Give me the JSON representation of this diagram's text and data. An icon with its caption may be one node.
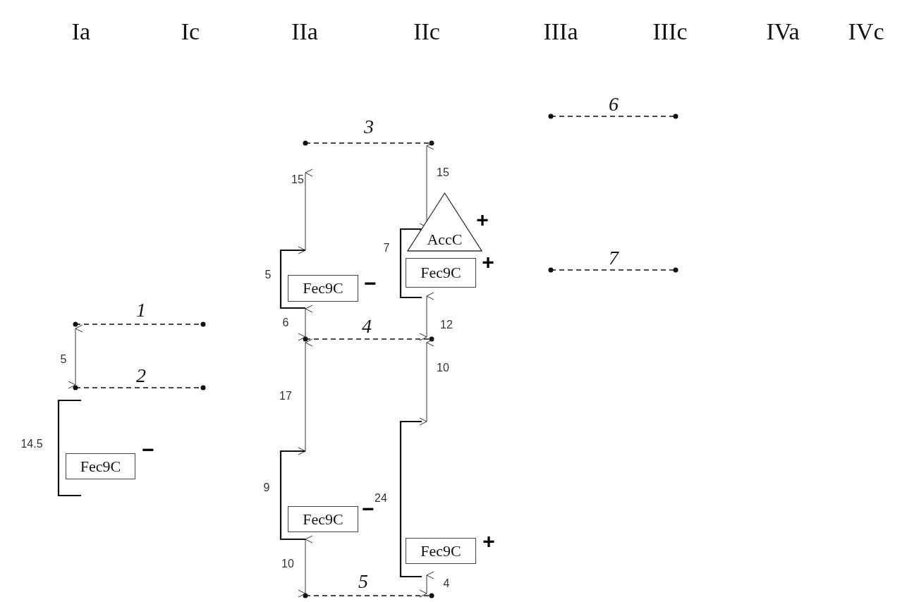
{
  "diagram": {
    "nodes": [
      {
        "text": [
          "AccC"
        ],
        "beside": [
          "+"
        ]
      },
      {
        "text": [
          "Fec9C"
        ],
        "beside": [
          "−"
        ]
      },
      {
        "text": [
          "Fec9C"
        ],
        "beside": [
          "+"
        ]
      },
      {
        "text": [
          "Fec9C"
        ],
        "beside": [
          "−"
        ]
      },
      {
        "text": [
          "Fec9C"
        ],
        "beside": [
          "−"
        ]
      },
      {
        "text": [
          "Fec9C"
        ],
        "beside": [
          "+"
        ]
      }
    ],
    "labels": [
      "Ia",
      "Ic",
      "IIa",
      "IIc",
      "IIIa",
      "IIIc",
      "IVa",
      "IVc",
      "6",
      "3",
      "15",
      "15",
      "7",
      "5",
      "7",
      "1",
      "6",
      "4",
      "12",
      "5",
      "2",
      "10",
      "17",
      "14.5",
      "9",
      "24",
      "10",
      "5",
      "4"
    ]
  }
}
